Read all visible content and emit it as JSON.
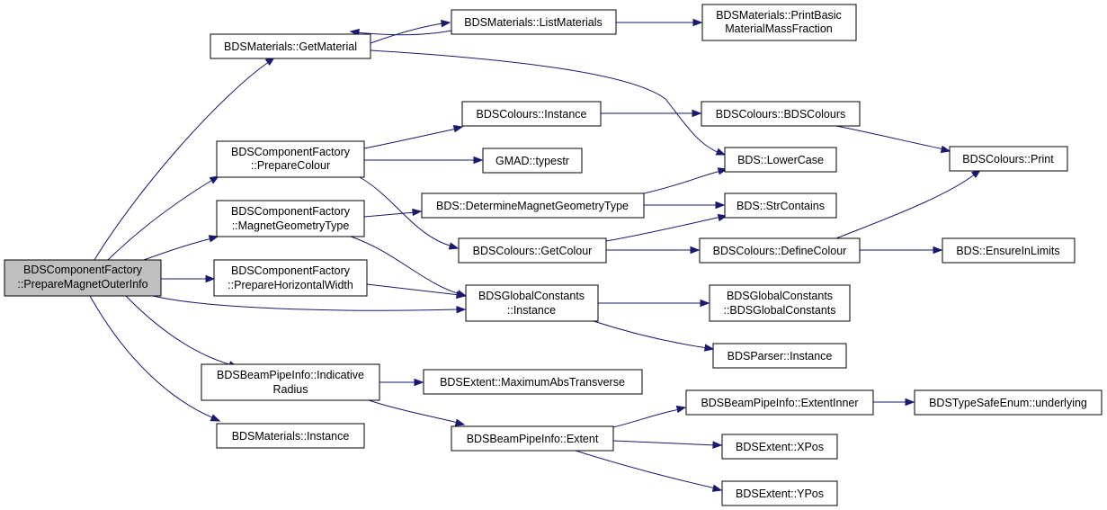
{
  "colors": {
    "edge": "#191970",
    "node_border": "#000000",
    "root_fill": "#bfbfbf",
    "node_fill": "#ffffff"
  },
  "nodes": {
    "root": [
      "BDSComponentFactory",
      "::PrepareMagnetOuterInfo"
    ],
    "getMaterial": [
      "BDSMaterials::GetMaterial"
    ],
    "listMaterials": [
      "BDSMaterials::ListMaterials"
    ],
    "printBasic": [
      "BDSMaterials::PrintBasic",
      "MaterialMassFraction"
    ],
    "colInstance": [
      "BDSColours::Instance"
    ],
    "colBDSColours": [
      "BDSColours::BDSColours"
    ],
    "colPrint": [
      "BDSColours::Print"
    ],
    "prepColour": [
      "BDSComponentFactory",
      "::PrepareColour"
    ],
    "typestr": [
      "GMAD::typestr"
    ],
    "lowerCase": [
      "BDS::LowerCase"
    ],
    "magGeomType": [
      "BDSComponentFactory",
      "::MagnetGeometryType"
    ],
    "determineMGT": [
      "BDS::DetermineMagnetGeometryType"
    ],
    "strContains": [
      "BDS::StrContains"
    ],
    "getColour": [
      "BDSColours::GetColour"
    ],
    "defineColour": [
      "BDSColours::DefineColour"
    ],
    "ensureIn": [
      "BDS::EnsureInLimits"
    ],
    "prepHoriz": [
      "BDSComponentFactory",
      "::PrepareHorizontalWidth"
    ],
    "gcInstance": [
      "BDSGlobalConstants",
      "::Instance"
    ],
    "gcCtor": [
      "BDSGlobalConstants",
      "::BDSGlobalConstants"
    ],
    "parserInst": [
      "BDSParser::Instance"
    ],
    "indicRadius": [
      "BDSBeamPipeInfo::Indicative",
      "Radius"
    ],
    "maxAbsTrans": [
      "BDSExtent::MaximumAbsTransverse"
    ],
    "extentInner": [
      "BDSBeamPipeInfo::ExtentInner"
    ],
    "typeSafe": [
      "BDSTypeSafeEnum::underlying"
    ],
    "matInstance": [
      "BDSMaterials::Instance"
    ],
    "bpExtent": [
      "BDSBeamPipeInfo::Extent"
    ],
    "xpos": [
      "BDSExtent::XPos"
    ],
    "ypos": [
      "BDSExtent::YPos"
    ]
  }
}
